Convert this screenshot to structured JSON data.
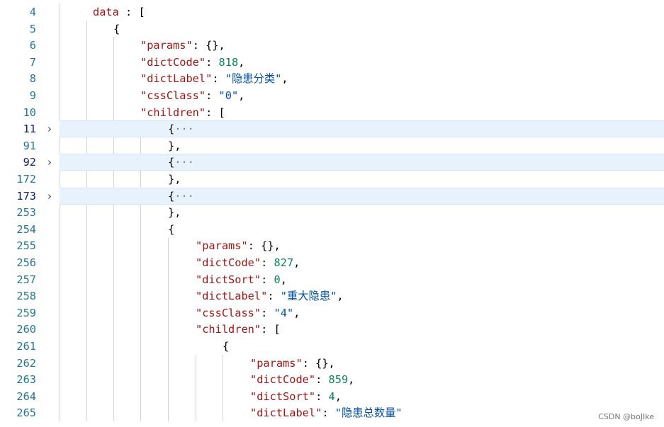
{
  "lines": [
    {
      "num": "4",
      "code": [
        {
          "t": "data",
          "c": "k"
        },
        {
          "t": " : [",
          "c": "p"
        }
      ]
    },
    {
      "num": "5",
      "code": [
        {
          "t": "{",
          "c": "p"
        }
      ]
    },
    {
      "num": "6",
      "code": [
        {
          "t": "\"params\"",
          "c": "k"
        },
        {
          "t": ": {},",
          "c": "p"
        }
      ]
    },
    {
      "num": "7",
      "code": [
        {
          "t": "\"dictCode\"",
          "c": "k"
        },
        {
          "t": ": ",
          "c": "p"
        },
        {
          "t": "818",
          "c": "n"
        },
        {
          "t": ",",
          "c": "p"
        }
      ]
    },
    {
      "num": "8",
      "code": [
        {
          "t": "\"dictLabel\"",
          "c": "k"
        },
        {
          "t": ": ",
          "c": "p"
        },
        {
          "t": "\"隐患分类\"",
          "c": "s"
        },
        {
          "t": ",",
          "c": "p"
        }
      ]
    },
    {
      "num": "9",
      "code": [
        {
          "t": "\"cssClass\"",
          "c": "k"
        },
        {
          "t": ": ",
          "c": "p"
        },
        {
          "t": "\"0\"",
          "c": "s"
        },
        {
          "t": ",",
          "c": "p"
        }
      ]
    },
    {
      "num": "10",
      "code": [
        {
          "t": "\"children\"",
          "c": "k"
        },
        {
          "t": ": [",
          "c": "p"
        }
      ]
    },
    {
      "num": "11",
      "code": [
        {
          "t": "{",
          "c": "p"
        },
        {
          "t": "···",
          "c": "dots"
        }
      ],
      "folded": true
    },
    {
      "num": "91",
      "code": [
        {
          "t": "},",
          "c": "p"
        }
      ]
    },
    {
      "num": "92",
      "code": [
        {
          "t": "{",
          "c": "p"
        },
        {
          "t": "···",
          "c": "dots"
        }
      ],
      "folded": true
    },
    {
      "num": "172",
      "code": [
        {
          "t": "},",
          "c": "p"
        }
      ]
    },
    {
      "num": "173",
      "code": [
        {
          "t": "{",
          "c": "p"
        },
        {
          "t": "···",
          "c": "dots"
        }
      ],
      "folded": true
    },
    {
      "num": "253",
      "code": [
        {
          "t": "},",
          "c": "p"
        }
      ]
    },
    {
      "num": "254",
      "code": [
        {
          "t": "{",
          "c": "p"
        }
      ]
    },
    {
      "num": "255",
      "code": [
        {
          "t": "\"params\"",
          "c": "k"
        },
        {
          "t": ": {},",
          "c": "p"
        }
      ]
    },
    {
      "num": "256",
      "code": [
        {
          "t": "\"dictCode\"",
          "c": "k"
        },
        {
          "t": ": ",
          "c": "p"
        },
        {
          "t": "827",
          "c": "n"
        },
        {
          "t": ",",
          "c": "p"
        }
      ]
    },
    {
      "num": "257",
      "code": [
        {
          "t": "\"dictSort\"",
          "c": "k"
        },
        {
          "t": ": ",
          "c": "p"
        },
        {
          "t": "0",
          "c": "n"
        },
        {
          "t": ",",
          "c": "p"
        }
      ]
    },
    {
      "num": "258",
      "code": [
        {
          "t": "\"dictLabel\"",
          "c": "k"
        },
        {
          "t": ": ",
          "c": "p"
        },
        {
          "t": "\"重大隐患\"",
          "c": "s"
        },
        {
          "t": ",",
          "c": "p"
        }
      ]
    },
    {
      "num": "259",
      "code": [
        {
          "t": "\"cssClass\"",
          "c": "k"
        },
        {
          "t": ": ",
          "c": "p"
        },
        {
          "t": "\"4\"",
          "c": "s"
        },
        {
          "t": ",",
          "c": "p"
        }
      ]
    },
    {
      "num": "260",
      "code": [
        {
          "t": "\"children\"",
          "c": "k"
        },
        {
          "t": ": [",
          "c": "p"
        }
      ]
    },
    {
      "num": "261",
      "code": [
        {
          "t": "{",
          "c": "p"
        }
      ]
    },
    {
      "num": "262",
      "code": [
        {
          "t": "\"params\"",
          "c": "k"
        },
        {
          "t": ": {},",
          "c": "p"
        }
      ]
    },
    {
      "num": "263",
      "code": [
        {
          "t": "\"dictCode\"",
          "c": "k"
        },
        {
          "t": ": ",
          "c": "p"
        },
        {
          "t": "859",
          "c": "n"
        },
        {
          "t": ",",
          "c": "p"
        }
      ]
    },
    {
      "num": "264",
      "code": [
        {
          "t": "\"dictSort\"",
          "c": "k"
        },
        {
          "t": ": ",
          "c": "p"
        },
        {
          "t": "4",
          "c": "n"
        },
        {
          "t": ",",
          "c": "p"
        }
      ]
    },
    {
      "num": "265",
      "code": [
        {
          "t": "\"dictLabel\"",
          "c": "k"
        },
        {
          "t": ": ",
          "c": "p"
        },
        {
          "t": "\"隐患总数量\"",
          "c": "s"
        }
      ]
    }
  ],
  "watermark": "CSDN @boJIke",
  "fold_icon": "chevron-right-icon",
  "colors": {
    "key": "#a31515",
    "string": "#0451a5",
    "number": "#098658",
    "line_number": "#237893",
    "folded_line_background": "#e8f2fc",
    "indent_guide": "#d3d3d3"
  }
}
